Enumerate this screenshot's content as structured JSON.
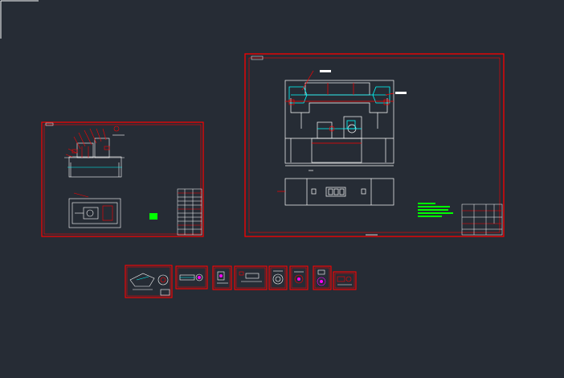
{
  "canvas": {
    "background": "#262c35",
    "frame_color": "#ff0000",
    "drawing_color": "#ffffff",
    "accent_cyan": "#00ffff",
    "note_green": "#00ff00",
    "magenta": "#ff00ff"
  },
  "sheets": [
    {
      "id": "sheet-small-assembly",
      "content": "assembly-front-and-top-view"
    },
    {
      "id": "sheet-large-assembly",
      "content": "assembly-front-and-top-view"
    },
    {
      "id": "thumb-1",
      "content": "part-drawing"
    },
    {
      "id": "thumb-2",
      "content": "part-drawing"
    },
    {
      "id": "thumb-3",
      "content": "part-drawing"
    },
    {
      "id": "thumb-4",
      "content": "part-drawing"
    },
    {
      "id": "thumb-5",
      "content": "part-drawing"
    },
    {
      "id": "thumb-6",
      "content": "part-drawing"
    },
    {
      "id": "thumb-7",
      "content": "part-drawing"
    },
    {
      "id": "thumb-8",
      "content": "part-drawing"
    }
  ]
}
